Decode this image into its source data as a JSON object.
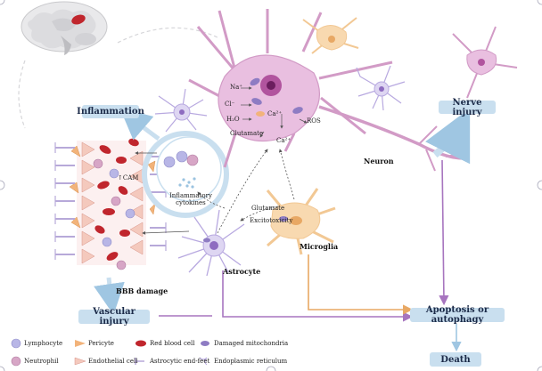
{
  "boxes": {
    "inflammation": "Inflammation",
    "nerve_injury": "Nerve injury",
    "vascular_injury": "Vascular injury",
    "apoptosis": "Apoptosis or autophagy",
    "death": "Death"
  },
  "labels": {
    "neuron": "Neuron",
    "microglia": "Microglia",
    "astrocyte": "Astrocyte",
    "bbb_damage": "BBB damage",
    "cam": "↑CAM",
    "cytokines": "Inflammatory\ncytokines",
    "glutamate_mid": "Glutamate",
    "excitotoxicity": "Excitotoxicity",
    "glutamate_neuron": "Glutamate",
    "na": "Na⁺",
    "cl": "Cl⁻",
    "h2o": "H₂O",
    "ca_in": "Ca²⁺",
    "ca_out": "Ca²⁺",
    "ros": "ROS"
  },
  "legend": [
    {
      "label": "Lymphocyte",
      "icon": "lymphocyte-icon"
    },
    {
      "label": "Pericyte",
      "icon": "pericyte-icon"
    },
    {
      "label": "Red blood cell",
      "icon": "red-blood-cell-icon"
    },
    {
      "label": "Damaged mitochondria",
      "icon": "damaged-mitochondria-icon"
    },
    {
      "label": "Neutrophil",
      "icon": "neutrophil-icon"
    },
    {
      "label": "Endothelial cell",
      "icon": "endothelial-cell-icon"
    },
    {
      "label": "Astrocytic end-feet",
      "icon": "astrocytic-end-feet-icon"
    },
    {
      "label": "Endoplasmic reticulum",
      "icon": "endoplasmic-reticulum-icon"
    }
  ],
  "colors": {
    "box_fill": "#c9dfef",
    "box_text": "#1b2a48",
    "neuron": "#e9bfe0",
    "microglia": "#f8d9b0",
    "astrocyte": "#ded6f2",
    "red_blood_cell": "#c0262d",
    "pericyte": "#f2b37a",
    "arrow_purple": "#a775bf",
    "arrow_orange": "#e8a864",
    "arrow_blue": "#9fc6e2"
  }
}
